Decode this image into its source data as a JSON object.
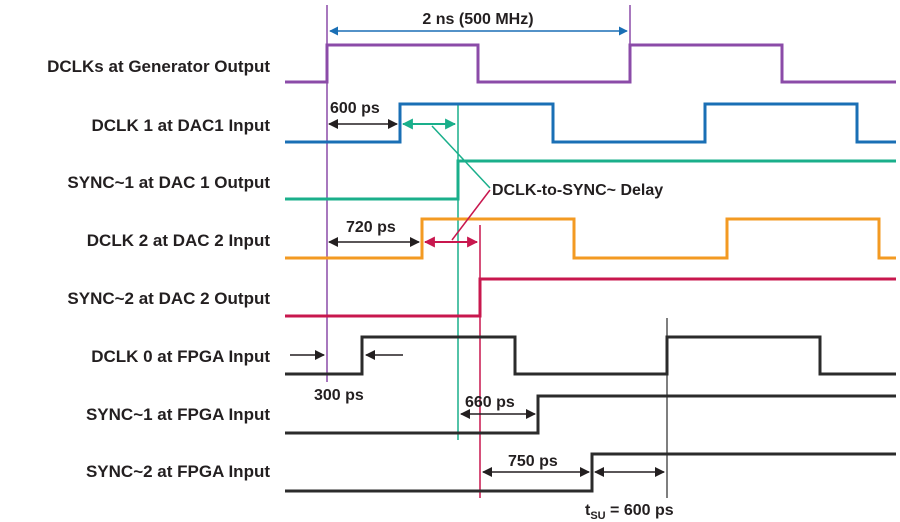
{
  "signals": [
    {
      "label": "DCLKs at Generator Output",
      "color": "#8b4ba8"
    },
    {
      "label": "DCLK 1 at DAC1 Input",
      "color": "#1a6fb5"
    },
    {
      "label": "SYNC~1 at DAC 1 Output",
      "color": "#1aaf8b"
    },
    {
      "label": "DCLK 2 at DAC 2 Input",
      "color": "#f39a22"
    },
    {
      "label": "SYNC~2 at DAC 2 Output",
      "color": "#c8174e"
    },
    {
      "label": "DCLK 0 at FPGA Input",
      "color": "#2b2b2b"
    },
    {
      "label": "SYNC~1 at FPGA Input",
      "color": "#2b2b2b"
    },
    {
      "label": "SYNC~2 at FPGA Input",
      "color": "#2b2b2b"
    }
  ],
  "annotations": {
    "period": "2 ns (500 MHz)",
    "dclk1_delay": "600 ps",
    "dclk2_delay": "720 ps",
    "dclk_to_sync_delay": "DCLK-to-SYNC~ Delay",
    "dclk0_delay": "300 ps",
    "sync1_delay": "660 ps",
    "sync2_delay": "750 ps",
    "tsu_t": "t",
    "tsu_sub": "SU",
    "tsu_value": " = 600 ps"
  },
  "colors": {
    "arrow_blue": "#1a6fb5",
    "arrow_green": "#1aaf8b",
    "arrow_red": "#c8174e",
    "arrow_black": "#231f20",
    "ref_purple": "#8b4ba8",
    "ref_green": "#1aaf8b",
    "ref_red": "#c8174e",
    "ref_gray": "#555555"
  }
}
